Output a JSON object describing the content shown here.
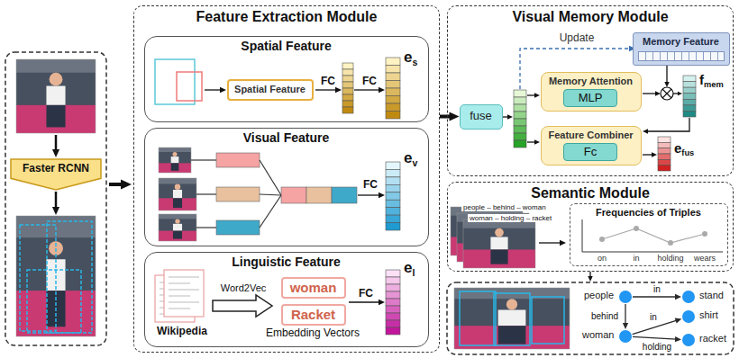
{
  "diagram": {
    "nodes": [
      {
        "text": [
          "Faster RCNN"
        ]
      },
      {
        "text": [
          "Feature Extraction Module"
        ]
      },
      {
        "text": [
          "Spatial Feature"
        ],
        "in": 1
      },
      {
        "text": [
          "Spatial Feature"
        ],
        "in": 2
      },
      {
        "text": [
          "Visual Feature"
        ],
        "in": 1
      },
      {
        "text": [
          "Linguistic Feature"
        ],
        "in": 1
      },
      {
        "text": [
          "woman"
        ],
        "in": 5
      },
      {
        "text": [
          "Racket"
        ],
        "in": 5
      },
      {
        "text": [
          "Visual Memory Module"
        ]
      },
      {
        "text": [
          "fuse"
        ],
        "in": 8
      },
      {
        "text": [
          "Memory Feature"
        ],
        "in": 8
      },
      {
        "text": [
          "Memory Attention"
        ],
        "in": 8
      },
      {
        "text": [
          "MLP"
        ],
        "in": 11
      },
      {
        "text": [
          "Feature Combiner"
        ],
        "in": 8
      },
      {
        "text": [
          "Fc"
        ],
        "in": 13
      },
      {
        "text": [
          "Semantic Module"
        ]
      },
      {
        "text": [
          "Frequencies of Triples"
        ],
        "in": 15
      },
      {
        "text": [
          "people"
        ]
      },
      {
        "text": [
          "stand"
        ]
      },
      {
        "text": [
          "woman"
        ]
      },
      {
        "text": [
          "shirt"
        ]
      },
      {
        "text": [
          "racket"
        ]
      }
    ],
    "edges": [
      {
        "from": 1,
        "to": 9,
        "arrow": "to"
      },
      {
        "from": 17,
        "to": 18,
        "arrow": "to",
        "label": "in"
      },
      {
        "from": 17,
        "to": 19,
        "arrow": "to",
        "label": "behind"
      },
      {
        "from": 19,
        "to": 20,
        "arrow": "to",
        "label": "in"
      },
      {
        "from": 19,
        "to": 21,
        "arrow": "to",
        "label": "holding"
      }
    ],
    "labels": [
      "FC",
      "FC",
      "es",
      "FC",
      "ev",
      "Word2Vec",
      "Wikipedia",
      "Embedding Vectors",
      "FC",
      "el",
      "Update",
      "fmem",
      "efus",
      "people – behind – woman",
      "woman – holding – racket",
      "on",
      "in",
      "holding",
      "wears"
    ]
  }
}
